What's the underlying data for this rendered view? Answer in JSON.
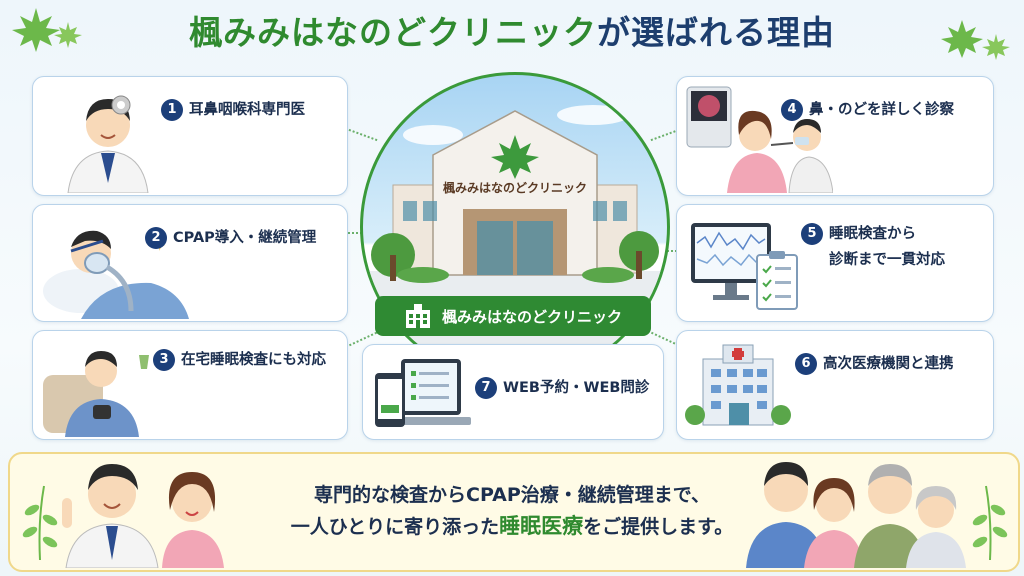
{
  "title": {
    "part1": "楓みみはなのどクリニック",
    "part2": "が選ばれる理由"
  },
  "clinic": {
    "sign": "楓みみはなのどクリニック",
    "badge": "楓みみはなのどクリニック"
  },
  "reasons": [
    {
      "num": "1",
      "label": "耳鼻咽喉科専門医"
    },
    {
      "num": "2",
      "label": "CPAP導入・継続管理"
    },
    {
      "num": "3",
      "label": "在宅睡眠検査にも対応"
    },
    {
      "num": "4",
      "label": "鼻・のどを詳しく診察"
    },
    {
      "num": "5",
      "label_line1": "睡眠検査から",
      "label_line2": "診断まで一貫対応"
    },
    {
      "num": "6",
      "label": "高次医療機関と連携"
    },
    {
      "num": "7",
      "label": "WEB予約・WEB問診"
    }
  ],
  "message": {
    "line1": "専門的な検査からCPAP治療・継続管理まで、",
    "line2_pre": "一人ひとりに寄り添った",
    "line2_highlight": "睡眠医療",
    "line2_post": "をご提供します。"
  },
  "colors": {
    "green": "#2f8a2f",
    "navy": "#1c3f7a",
    "card_border": "#b9d3ea",
    "banner_bg": "#fffbe6"
  }
}
